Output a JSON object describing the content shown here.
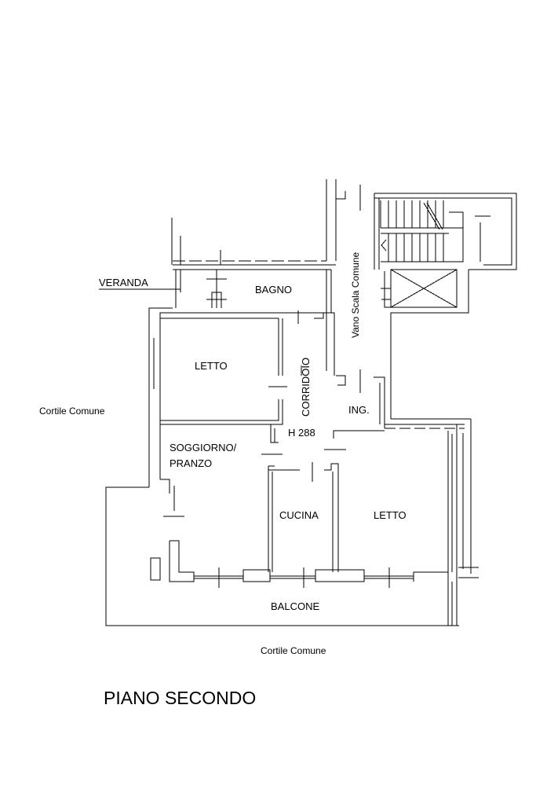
{
  "plan": {
    "labels": {
      "veranda": "VERANDA",
      "bagno": "BAGNO",
      "letto_left": "LETTO",
      "corridoio": "CORRIDOIO",
      "vano_scala": "Vano Scala Comune",
      "ingresso": "ING.",
      "height": "H 288",
      "soggiorno_line1": "SOGGIORNO/",
      "soggiorno_line2": "PRANZO",
      "cucina": "CUCINA",
      "letto_right": "LETTO",
      "balcone": "BALCONE",
      "cortile_left": "Cortile Comune",
      "cortile_bottom": "Cortile Comune"
    },
    "title": "PIANO SECONDO",
    "colors": {
      "line": "#000000",
      "background": "#ffffff"
    }
  }
}
